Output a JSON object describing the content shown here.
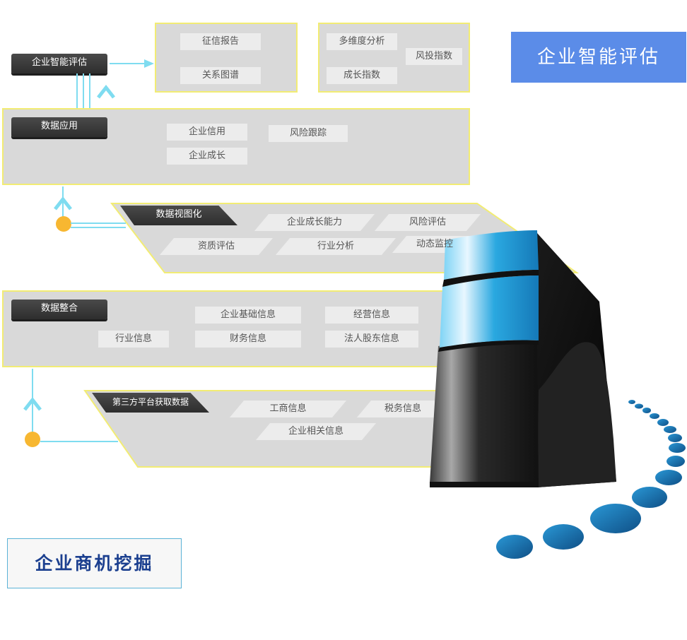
{
  "titles": {
    "main": "企业智能评估",
    "secondary": "企业商机挖掘"
  },
  "layers": {
    "evaluation": {
      "label": "企业智能评估",
      "box1": [
        "征信报告",
        "关系图谱"
      ],
      "box2": [
        "多维度分析",
        "成长指数",
        "风投指数"
      ]
    },
    "application": {
      "label": "数据应用",
      "items": [
        "企业信用",
        "风险跟踪",
        "企业成长"
      ]
    },
    "visualization": {
      "label": "数据视图化",
      "items": [
        "企业成长能力",
        "风险评估",
        "资质评估",
        "行业分析",
        "动态监控"
      ]
    },
    "integration": {
      "label": "数据整合",
      "items": [
        "企业基础信息",
        "经营信息",
        "行业信息",
        "财务信息",
        "法人股东信息"
      ]
    },
    "thirdparty": {
      "label": "第三方平台获取数据",
      "items": [
        "工商信息",
        "税务信息",
        "企业相关信息"
      ]
    }
  },
  "colors": {
    "title_blue": "#5b8ce8",
    "panel_gray": "#d9d9d9",
    "panel_border": "#f2ec74",
    "connector_cyan": "#7fdcf0",
    "node_orange": "#f7b731",
    "server_blue": "#1a9fd9"
  },
  "icons": [
    "server-icon",
    "arrow-up-icon",
    "arrow-right-icon"
  ]
}
